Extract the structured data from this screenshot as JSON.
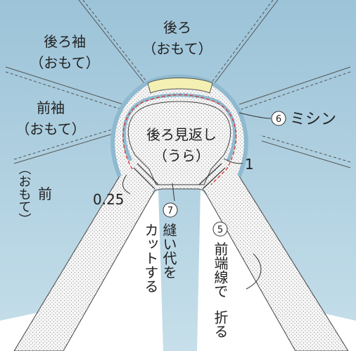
{
  "labels": {
    "back_line1": "後ろ",
    "back_line2": "（おもて）",
    "back_sleeve_line1": "後ろ袖",
    "back_sleeve_line2": "（おもて）",
    "front_sleeve_line1": "前袖",
    "front_sleeve_line2": "（おもて）",
    "front_vertical_a": "前",
    "front_vertical_b": "（おもて）",
    "facing_line1": "後ろ見返し",
    "facing_line2": "（うら）",
    "step6_num": "6",
    "step6_text": "ミシン",
    "measure_1": "1",
    "measure_025": "0.25",
    "step7_num": "7",
    "step7_col1": "縫い代を",
    "step7_col2": "カットする",
    "step5_num": "5",
    "step5_col1": "前端線で",
    "step5_col2": "折る"
  },
  "colors": {
    "fabric_blue": "#b9d5e3",
    "lining_dots": "#f2f2f2",
    "seam_red": "#e0302b",
    "tape_yellow": "#f4f0b4",
    "outline": "#333333"
  }
}
